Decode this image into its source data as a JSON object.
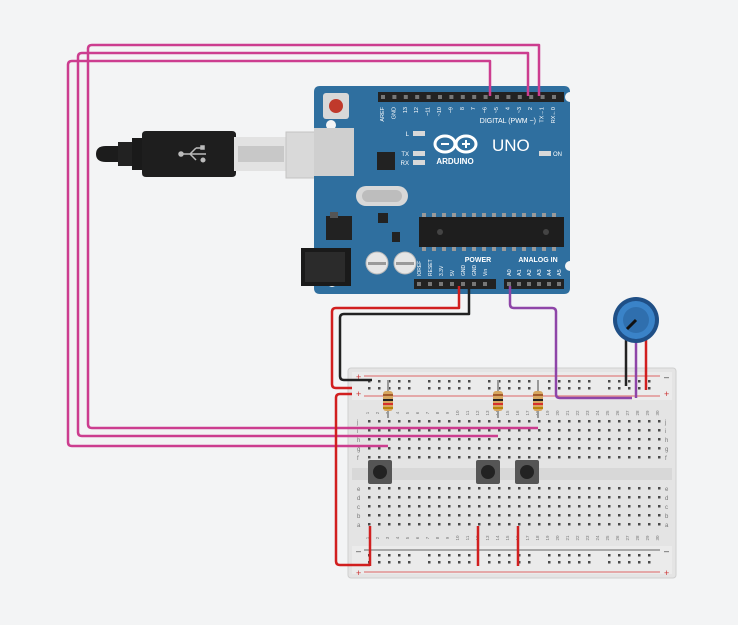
{
  "board": {
    "brand_word": "ARDUINO",
    "model": "UNO",
    "digital_header_label": "DIGITAL (PWM ~)",
    "power_label": "POWER",
    "analog_label": "ANALOG IN",
    "on_label": "ON",
    "led_labels": [
      "L",
      "TX",
      "RX"
    ],
    "digital_pins": [
      "AREF",
      "GND",
      "13",
      "12",
      "~11",
      "~10",
      "~9",
      "8",
      "7",
      "~6",
      "~5",
      "4",
      "~3",
      "2",
      "TX→1",
      "RX←0"
    ],
    "power_pins": [
      "IOREF",
      "RESET",
      "3.3V",
      "5V",
      "GND",
      "GND",
      "Vin"
    ],
    "analog_pins": [
      "A0",
      "A1",
      "A2",
      "A3",
      "A4",
      "A5"
    ]
  },
  "breadboard": {
    "row_letters_top": [
      "j",
      "i",
      "h",
      "g",
      "f"
    ],
    "row_letters_bottom": [
      "e",
      "d",
      "c",
      "b",
      "a"
    ],
    "column_numbers": [
      "1",
      "2",
      "3",
      "4",
      "5",
      "6",
      "7",
      "8",
      "9",
      "10",
      "11",
      "12",
      "13",
      "14",
      "15",
      "16",
      "17",
      "18",
      "19",
      "20",
      "21",
      "22",
      "23",
      "24",
      "25",
      "26",
      "27",
      "28",
      "29",
      "30"
    ],
    "rail_plus": "+",
    "rail_minus": "–"
  },
  "colors": {
    "background": "#f3f4f5",
    "board_blue": "#2f6f9f",
    "wire_magenta": "#cc3d8f",
    "wire_red": "#d11f1f",
    "wire_black": "#222222",
    "wire_purple": "#8e45a8",
    "pot_blue": "#2f7cc0"
  },
  "components": [
    "usb-cable",
    "arduino-uno",
    "breadboard",
    "potentiometer",
    "resistor",
    "resistor",
    "resistor",
    "pushbutton",
    "pushbutton",
    "pushbutton"
  ]
}
